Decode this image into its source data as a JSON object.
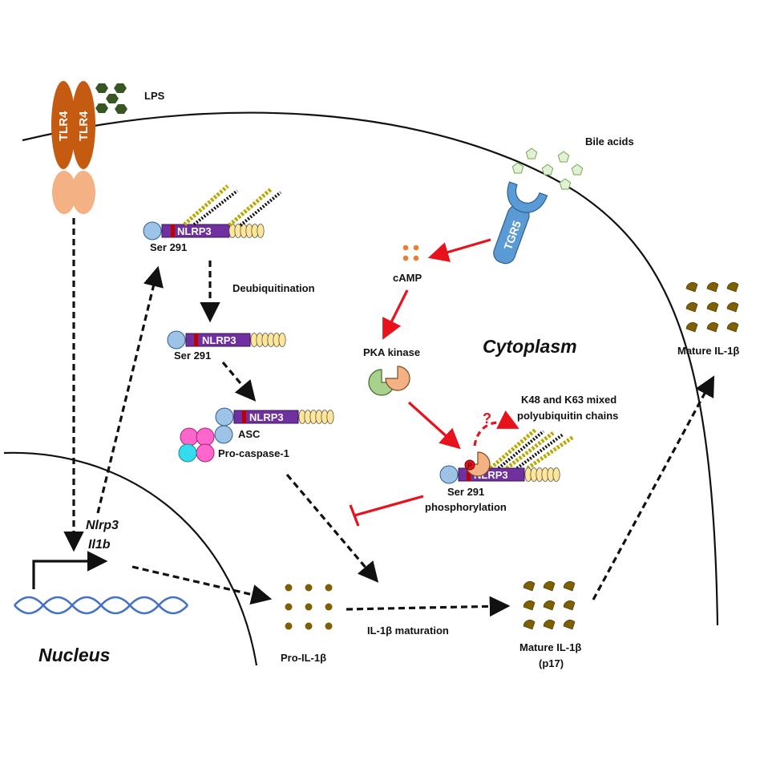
{
  "labels": {
    "lps": "LPS",
    "tlr4": "TLR4",
    "bile_acids": "Bile acids",
    "tgr5": "TGR5",
    "camp": "cAMP",
    "pka_kinase": "PKA kinase",
    "cytoplasm": "Cytoplasm",
    "mature_il1b_top": "Mature IL-1β",
    "nlrp3": "NLRP3",
    "ser291": "Ser 291",
    "ser291_mid": "Ser 291",
    "ser291_right": "Ser 291",
    "phosphorylation": "phosphorylation",
    "deubiquitination": "Deubiquitination",
    "asc": "ASC",
    "pro_caspase1": "Pro-caspase-1",
    "k48_line1": "K48 and K63 mixed",
    "k48_line2": "polyubiquitin chains",
    "question": "?",
    "phospho_mark": "P",
    "nlrp3_gene": "Nlrp3",
    "il1b_gene": "Il1b",
    "nucleus": "Nucleus",
    "pro_il1b": "Pro-IL-1β",
    "il1b_maturation": "IL-1β maturation",
    "mature_il1b_p17_line1": "Mature IL-1β",
    "mature_il1b_p17_line2": "(p17)"
  },
  "colors": {
    "tlr4_upper": "#c55a11",
    "tlr4_lower": "#f4b183",
    "lps": "#375623",
    "bile_acid": "#e2f0d9",
    "tgr5": "#5b9bd5",
    "camp": "#ed7d31",
    "pka_green": "#a9d18e",
    "pka_peach": "#f4b183",
    "nlrp3": "#7030a0",
    "nlrp3_red_band": "#c00000",
    "ubiquitin": "#ffe699",
    "light_blue": "#9dc3e6",
    "pink": "#ff66cc",
    "cyan": "#33ddee",
    "il1b": "#7f6000",
    "dna": "#4472c4",
    "inhibition": "#e8121c"
  }
}
